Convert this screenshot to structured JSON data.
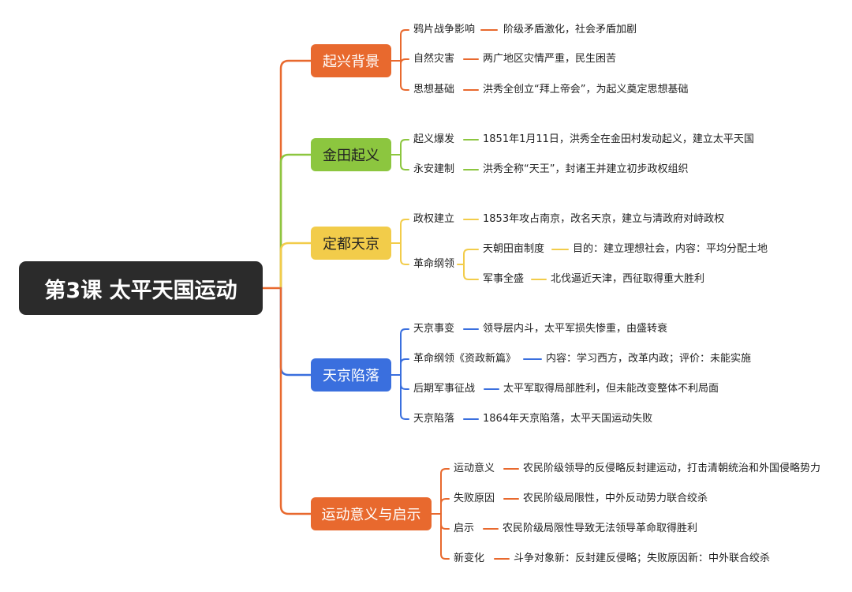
{
  "root": "第3课 太平天国运动",
  "colors": {
    "orange": "#e8692e",
    "green": "#8cc63f",
    "yellow": "#f2cc4a",
    "blue": "#3a6fde",
    "root_bg": "#2b2b2b"
  },
  "branches": [
    {
      "label": "起兴背景",
      "items": [
        {
          "label": "鸦片战争影响",
          "detail": "阶级矛盾激化，社会矛盾加剧"
        },
        {
          "label": "自然灾害",
          "detail": "两广地区灾情严重，民生困苦"
        },
        {
          "label": "思想基础",
          "detail": "洪秀全创立“拜上帝会”，为起义奠定思想基础"
        }
      ]
    },
    {
      "label": "金田起义",
      "items": [
        {
          "label": "起义爆发",
          "detail": "1851年1月11日，洪秀全在金田村发动起义，建立太平天国"
        },
        {
          "label": "永安建制",
          "detail": "洪秀全称“天王”，封诸王并建立初步政权组织"
        }
      ]
    },
    {
      "label": "定都天京",
      "items": [
        {
          "label": "政权建立",
          "detail": "1853年攻占南京，改名天京，建立与清政府对峙政权"
        },
        {
          "label": "革命纲领",
          "children": [
            {
              "label": "天朝田亩制度",
              "detail": "目的：建立理想社会，内容：平均分配土地"
            },
            {
              "label": "军事全盛",
              "detail": "北伐逼近天津，西征取得重大胜利"
            }
          ]
        }
      ]
    },
    {
      "label": "天京陷落",
      "items": [
        {
          "label": "天京事变",
          "detail": "领导层内斗，太平军损失惨重，由盛转衰"
        },
        {
          "label": "革命纲领《资政新篇》",
          "detail": "内容：学习西方，改革内政；评价：未能实施"
        },
        {
          "label": "后期军事征战",
          "detail": "太平军取得局部胜利，但未能改变整体不利局面"
        },
        {
          "label": "天京陷落",
          "detail": "1864年天京陷落，太平天国运动失败"
        }
      ]
    },
    {
      "label": "运动意义与启示",
      "items": [
        {
          "label": "运动意义",
          "detail": "农民阶级领导的反侵略反封建运动，打击清朝统治和外国侵略势力"
        },
        {
          "label": "失败原因",
          "detail": "农民阶级局限性，中外反动势力联合绞杀"
        },
        {
          "label": "启示",
          "detail": "农民阶级局限性导致无法领导革命取得胜利"
        },
        {
          "label": "新变化",
          "detail": "斗争对象新：反封建反侵略；失败原因新：中外联合绞杀"
        }
      ]
    }
  ]
}
